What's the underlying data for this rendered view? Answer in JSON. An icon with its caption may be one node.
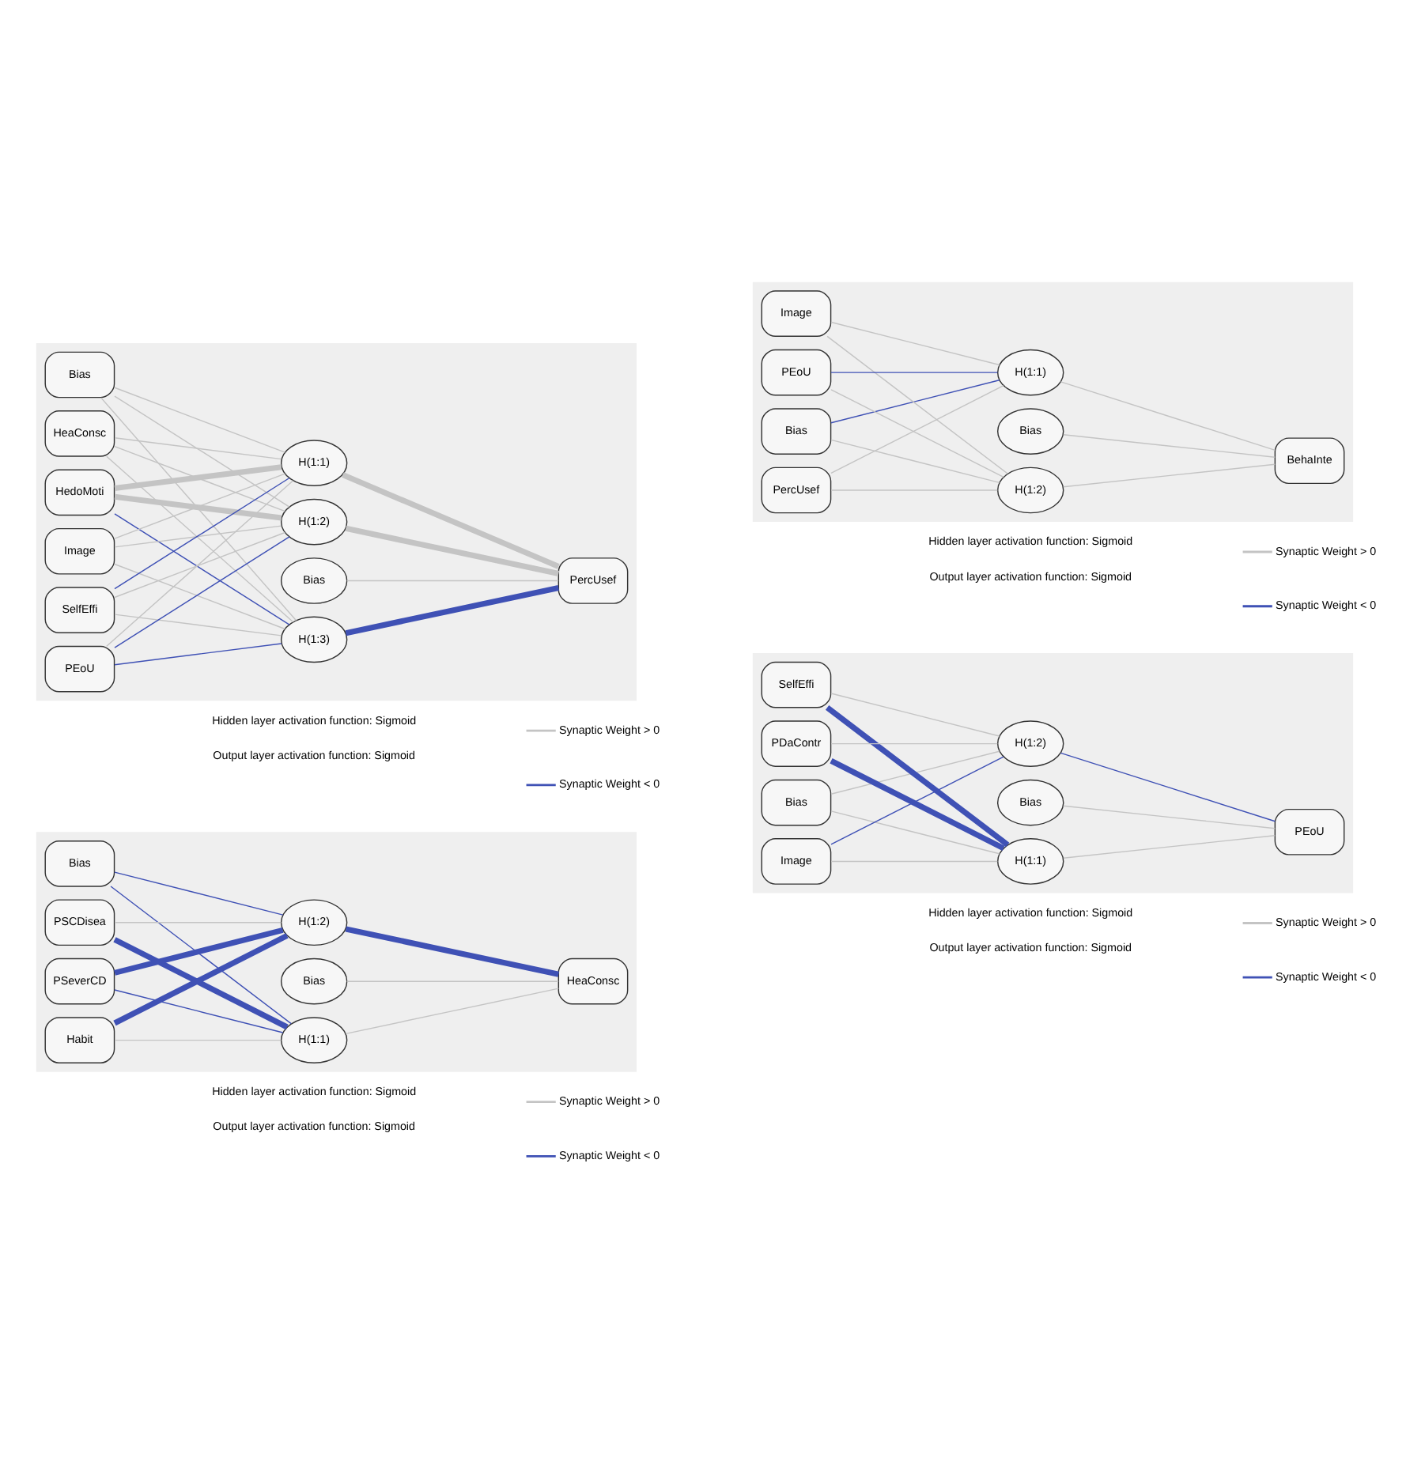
{
  "diagram": {
    "nodes": [
      {
        "text": [],
        "shape": "box"
      },
      {
        "text": [
          "Bias"
        ],
        "in": 0
      },
      {
        "text": [
          "Image"
        ],
        "in": 0
      },
      {
        "text": [
          "SelfEffi"
        ],
        "in": 0
      },
      {
        "text": [
          "PDaContr"
        ],
        "in": 0
      },
      {
        "text": [
          "Bias"
        ],
        "in": 0
      },
      {
        "text": [
          "H(1:1)"
        ],
        "in": 0
      },
      {
        "text": [
          "H(1:2)"
        ],
        "in": 0
      },
      {
        "text": [
          "PEoU"
        ],
        "in": 0
      },
      {
        "text": [],
        "shape": "box"
      },
      {
        "text": [
          "Bias"
        ],
        "in": 9
      },
      {
        "text": [
          "PSCDisea"
        ],
        "in": 9
      },
      {
        "text": [
          "PSeverCD"
        ],
        "in": 9
      },
      {
        "text": [
          "Habit"
        ],
        "in": 9
      },
      {
        "text": [
          "Bias"
        ],
        "in": 9
      },
      {
        "text": [
          "H(1:1)"
        ],
        "in": 9
      },
      {
        "text": [
          "H(1:2)"
        ],
        "in": 9
      },
      {
        "text": [
          "HeaConsc"
        ],
        "in": 9
      },
      {
        "text": [],
        "shape": "box"
      },
      {
        "text": [
          "Bias"
        ],
        "in": 18
      },
      {
        "text": [
          "PercUsef"
        ],
        "in": 18
      },
      {
        "text": [
          "Image"
        ],
        "in": 18
      },
      {
        "text": [
          "PEoU"
        ],
        "in": 18
      },
      {
        "text": [
          "Bias"
        ],
        "in": 18
      },
      {
        "text": [
          "H(1:1)"
        ],
        "in": 18
      },
      {
        "text": [
          "H(1:2)"
        ],
        "in": 18
      },
      {
        "text": [
          "BehaInte"
        ],
        "in": 18
      },
      {
        "text": [],
        "shape": "box"
      },
      {
        "text": [
          "Bias"
        ],
        "in": 27
      },
      {
        "text": [
          "HeaConsc"
        ],
        "in": 27
      },
      {
        "text": [
          "HedoMoti"
        ],
        "in": 27
      },
      {
        "text": [
          "Image"
        ],
        "in": 27
      },
      {
        "text": [
          "SelfEffi"
        ],
        "in": 27
      },
      {
        "text": [
          "PEoU"
        ],
        "in": 27
      },
      {
        "text": [
          "Bias"
        ],
        "in": 27
      },
      {
        "text": [
          "H(1:1)"
        ],
        "in": 27
      },
      {
        "text": [
          "H(1:2)"
        ],
        "in": 27
      },
      {
        "text": [
          "H(1:3)"
        ],
        "in": 27
      },
      {
        "text": [
          "PercUsef"
        ],
        "in": 27
      }
    ],
    "edges": [
      {
        "from": 1,
        "to": 6,
        "arrow": "none"
      },
      {
        "from": 1,
        "to": 7,
        "arrow": "none"
      },
      {
        "from": 2,
        "to": 6,
        "arrow": "none"
      },
      {
        "from": 2,
        "to": 7,
        "arrow": "none",
        "color": "#3f51b5"
      },
      {
        "from": 3,
        "to": 6,
        "arrow": "none",
        "color": "#3f51b5",
        "style": "thick"
      },
      {
        "from": 3,
        "to": 7,
        "arrow": "none"
      },
      {
        "from": 4,
        "to": 6,
        "arrow": "none",
        "color": "#3f51b5",
        "style": "thick"
      },
      {
        "from": 4,
        "to": 7,
        "arrow": "none"
      },
      {
        "from": 5,
        "to": 8,
        "arrow": "none"
      },
      {
        "from": 6,
        "to": 8,
        "arrow": "none"
      },
      {
        "from": 7,
        "to": 8,
        "arrow": "none",
        "color": "#3f51b5"
      },
      {
        "from": 10,
        "to": 15,
        "arrow": "none",
        "color": "#3f51b5"
      },
      {
        "from": 10,
        "to": 16,
        "arrow": "none",
        "color": "#3f51b5"
      },
      {
        "from": 11,
        "to": 15,
        "arrow": "none",
        "color": "#3f51b5",
        "style": "thick"
      },
      {
        "from": 11,
        "to": 16,
        "arrow": "none"
      },
      {
        "from": 12,
        "to": 15,
        "arrow": "none",
        "color": "#3f51b5"
      },
      {
        "from": 12,
        "to": 16,
        "arrow": "none",
        "color": "#3f51b5",
        "style": "thick"
      },
      {
        "from": 13,
        "to": 15,
        "arrow": "none"
      },
      {
        "from": 13,
        "to": 16,
        "arrow": "none",
        "color": "#3f51b5",
        "style": "thick"
      },
      {
        "from": 14,
        "to": 17,
        "arrow": "none"
      },
      {
        "from": 15,
        "to": 17,
        "arrow": "none"
      },
      {
        "from": 16,
        "to": 17,
        "arrow": "none",
        "color": "#3f51b5",
        "style": "thick"
      },
      {
        "from": 19,
        "to": 24,
        "arrow": "none",
        "color": "#3f51b5"
      },
      {
        "from": 19,
        "to": 25,
        "arrow": "none"
      },
      {
        "from": 20,
        "to": 24,
        "arrow": "none"
      },
      {
        "from": 20,
        "to": 25,
        "arrow": "none"
      },
      {
        "from": 21,
        "to": 24,
        "arrow": "none"
      },
      {
        "from": 21,
        "to": 25,
        "arrow": "none"
      },
      {
        "from": 22,
        "to": 24,
        "arrow": "none",
        "color": "#3f51b5"
      },
      {
        "from": 22,
        "to": 25,
        "arrow": "none"
      },
      {
        "from": 23,
        "to": 26,
        "arrow": "none"
      },
      {
        "from": 24,
        "to": 26,
        "arrow": "none"
      },
      {
        "from": 25,
        "to": 26,
        "arrow": "none"
      },
      {
        "from": 28,
        "to": 35,
        "arrow": "none"
      },
      {
        "from": 28,
        "to": 36,
        "arrow": "none"
      },
      {
        "from": 28,
        "to": 37,
        "arrow": "none"
      },
      {
        "from": 29,
        "to": 35,
        "arrow": "none"
      },
      {
        "from": 29,
        "to": 36,
        "arrow": "none"
      },
      {
        "from": 29,
        "to": 37,
        "arrow": "none"
      },
      {
        "from": 30,
        "to": 35,
        "arrow": "none",
        "style": "thick"
      },
      {
        "from": 30,
        "to": 36,
        "arrow": "none",
        "style": "thick"
      },
      {
        "from": 30,
        "to": 37,
        "arrow": "none",
        "color": "#3f51b5"
      },
      {
        "from": 31,
        "to": 35,
        "arrow": "none"
      },
      {
        "from": 31,
        "to": 36,
        "arrow": "none"
      },
      {
        "from": 31,
        "to": 37,
        "arrow": "none"
      },
      {
        "from": 32,
        "to": 35,
        "arrow": "none",
        "color": "#3f51b5"
      },
      {
        "from": 32,
        "to": 36,
        "arrow": "none"
      },
      {
        "from": 32,
        "to": 37,
        "arrow": "none"
      },
      {
        "from": 33,
        "to": 35,
        "arrow": "none"
      },
      {
        "from": 33,
        "to": 36,
        "arrow": "none",
        "color": "#3f51b5"
      },
      {
        "from": 33,
        "to": 37,
        "arrow": "none",
        "color": "#3f51b5"
      },
      {
        "from": 34,
        "to": 38,
        "arrow": "none"
      },
      {
        "from": 35,
        "to": 38,
        "arrow": "none",
        "style": "thick"
      },
      {
        "from": 36,
        "to": 38,
        "arrow": "none",
        "style": "thick"
      },
      {
        "from": 37,
        "to": 38,
        "arrow": "none",
        "color": "#3f51b5",
        "style": "thick"
      }
    ],
    "labels": [
      "Hidden layer activation function: Sigmoid",
      "Output layer activation function: Sigmoid",
      "Hidden layer activation function: Sigmoid",
      "Output layer activation function: Sigmoid",
      "Hidden layer activation function: Sigmoid",
      "Output layer activation function: Sigmoid",
      "Hidden layer activation function: Sigmoid",
      "Output layer activation function: Sigmoid"
    ],
    "legend": [
      {
        "text": "Synaptic Weight > 0"
      },
      {
        "text": "Synaptic Weight < 0"
      },
      {
        "text": "Synaptic Weight > 0"
      },
      {
        "text": "Synaptic Weight < 0"
      },
      {
        "text": "Synaptic Weight > 0"
      },
      {
        "text": "Synaptic Weight < 0"
      },
      {
        "text": "Synaptic Weight > 0"
      },
      {
        "text": "Synaptic Weight < 0"
      }
    ]
  }
}
